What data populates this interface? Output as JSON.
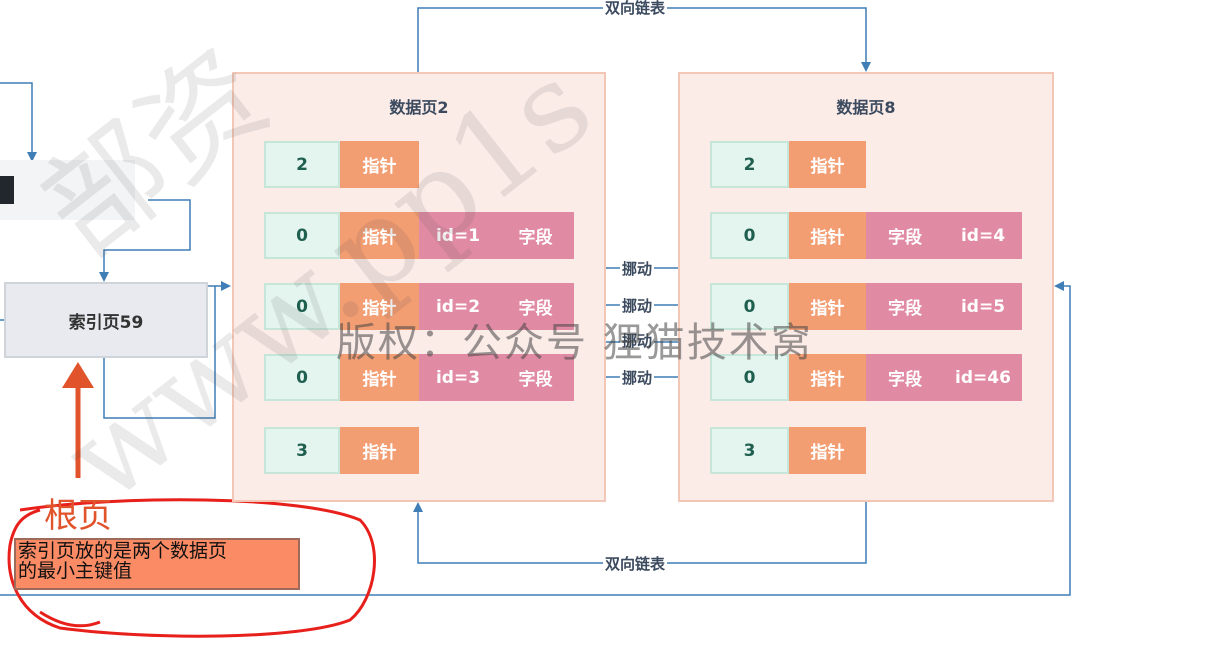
{
  "colors": {
    "page_bg": "#fbece8",
    "num_cell": "#e4f4ee",
    "pointer_cell": "#f29d72",
    "field_cell": "#e08aa3",
    "line": "#3f7fb5",
    "red": "#e1532b"
  },
  "top_link": "双向链表",
  "bottom_link": "双向链表",
  "index_page": {
    "label": "索引页59"
  },
  "page_left": {
    "title": "数据页2",
    "rows": [
      {
        "num": "2",
        "ptr": "指针",
        "c1": "",
        "c2": ""
      },
      {
        "num": "0",
        "ptr": "指针",
        "c1": "id=1",
        "c2": "字段"
      },
      {
        "num": "0",
        "ptr": "指针",
        "c1": "id=2",
        "c2": "字段"
      },
      {
        "num": "0",
        "ptr": "指针",
        "c1": "id=3",
        "c2": "字段"
      },
      {
        "num": "3",
        "ptr": "指针",
        "c1": "",
        "c2": ""
      }
    ]
  },
  "page_right": {
    "title": "数据页8",
    "rows": [
      {
        "num": "2",
        "ptr": "指针",
        "c1": "",
        "c2": ""
      },
      {
        "num": "0",
        "ptr": "指针",
        "c1": "字段",
        "c2": "id=4"
      },
      {
        "num": "0",
        "ptr": "指针",
        "c1": "字段",
        "c2": "id=5"
      },
      {
        "num": "0",
        "ptr": "指针",
        "c1": "字段",
        "c2": "id=46"
      },
      {
        "num": "3",
        "ptr": "指针",
        "c1": "",
        "c2": ""
      }
    ]
  },
  "move_labels": [
    "挪动",
    "挪动",
    "挪动",
    "挪动"
  ],
  "watermark": "版权：公众号 狸猫技术窝",
  "watermark_url": "www.pp1s",
  "watermark_cn": "部资",
  "annotation": {
    "root_label": "根页",
    "note_line1": "索引页放的是两个数据页",
    "note_line2": "的最小主键值"
  }
}
